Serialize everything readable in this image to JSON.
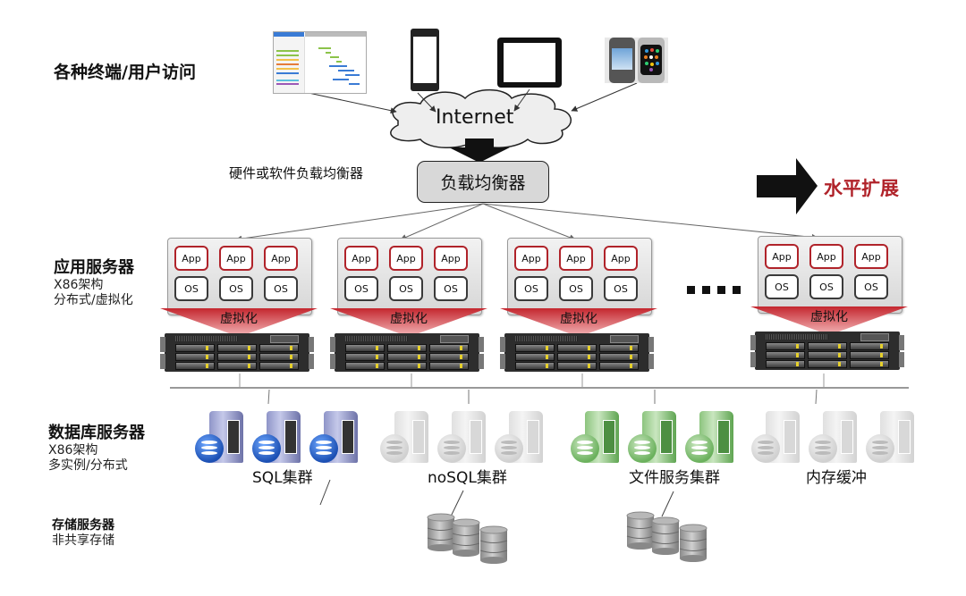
{
  "sections": {
    "terminals": {
      "title": "各种终端/用户访问"
    },
    "load_balancer_note": "硬件或软件负载均衡器",
    "app_servers": {
      "title": "应用服务器",
      "lines": [
        "X86架构",
        "分布式/虚拟化"
      ]
    },
    "db_servers": {
      "title": "数据库服务器",
      "lines": [
        "X86架构",
        "多实例/分布式"
      ]
    },
    "storage_servers": {
      "title": "存储服务器",
      "lines": [
        "非共享存储"
      ]
    }
  },
  "devices": [
    {
      "name": "desktop-web-app",
      "icon": "laptop-screen-icon"
    },
    {
      "name": "smartphone",
      "icon": "phone-icon"
    },
    {
      "name": "tablet",
      "icon": "tablet-icon"
    },
    {
      "name": "smartwatches",
      "icon": "watch-icon"
    }
  ],
  "internet": {
    "label": "Internet"
  },
  "load_balancer": {
    "label": "负载均衡器"
  },
  "scale_out": {
    "label": "水平扩展",
    "color": "#b0232a"
  },
  "app_groups": [
    {
      "apps": [
        "App",
        "App",
        "App"
      ],
      "oses": [
        "OS",
        "OS",
        "OS"
      ],
      "virt_label": "虚拟化"
    },
    {
      "apps": [
        "App",
        "App",
        "App"
      ],
      "oses": [
        "OS",
        "OS",
        "OS"
      ],
      "virt_label": "虚拟化"
    },
    {
      "apps": [
        "App",
        "App",
        "App"
      ],
      "oses": [
        "OS",
        "OS",
        "OS"
      ],
      "virt_label": "虚拟化"
    },
    {
      "apps": [
        "App",
        "App",
        "App"
      ],
      "oses": [
        "OS",
        "OS",
        "OS"
      ],
      "virt_label": "虚拟化"
    }
  ],
  "ellipsis": "....",
  "db_clusters": [
    {
      "label": "SQL集群",
      "color": "blue"
    },
    {
      "label": "noSQL集群",
      "color": "gray"
    },
    {
      "label": "文件服务集群",
      "color": "green"
    },
    {
      "label": "内存缓冲",
      "color": "gray"
    }
  ],
  "colors": {
    "accent_red": "#b0232a",
    "sql_blue": "#3366cc",
    "file_green": "#5fa552",
    "faded_gray": "#d6d6d6"
  }
}
